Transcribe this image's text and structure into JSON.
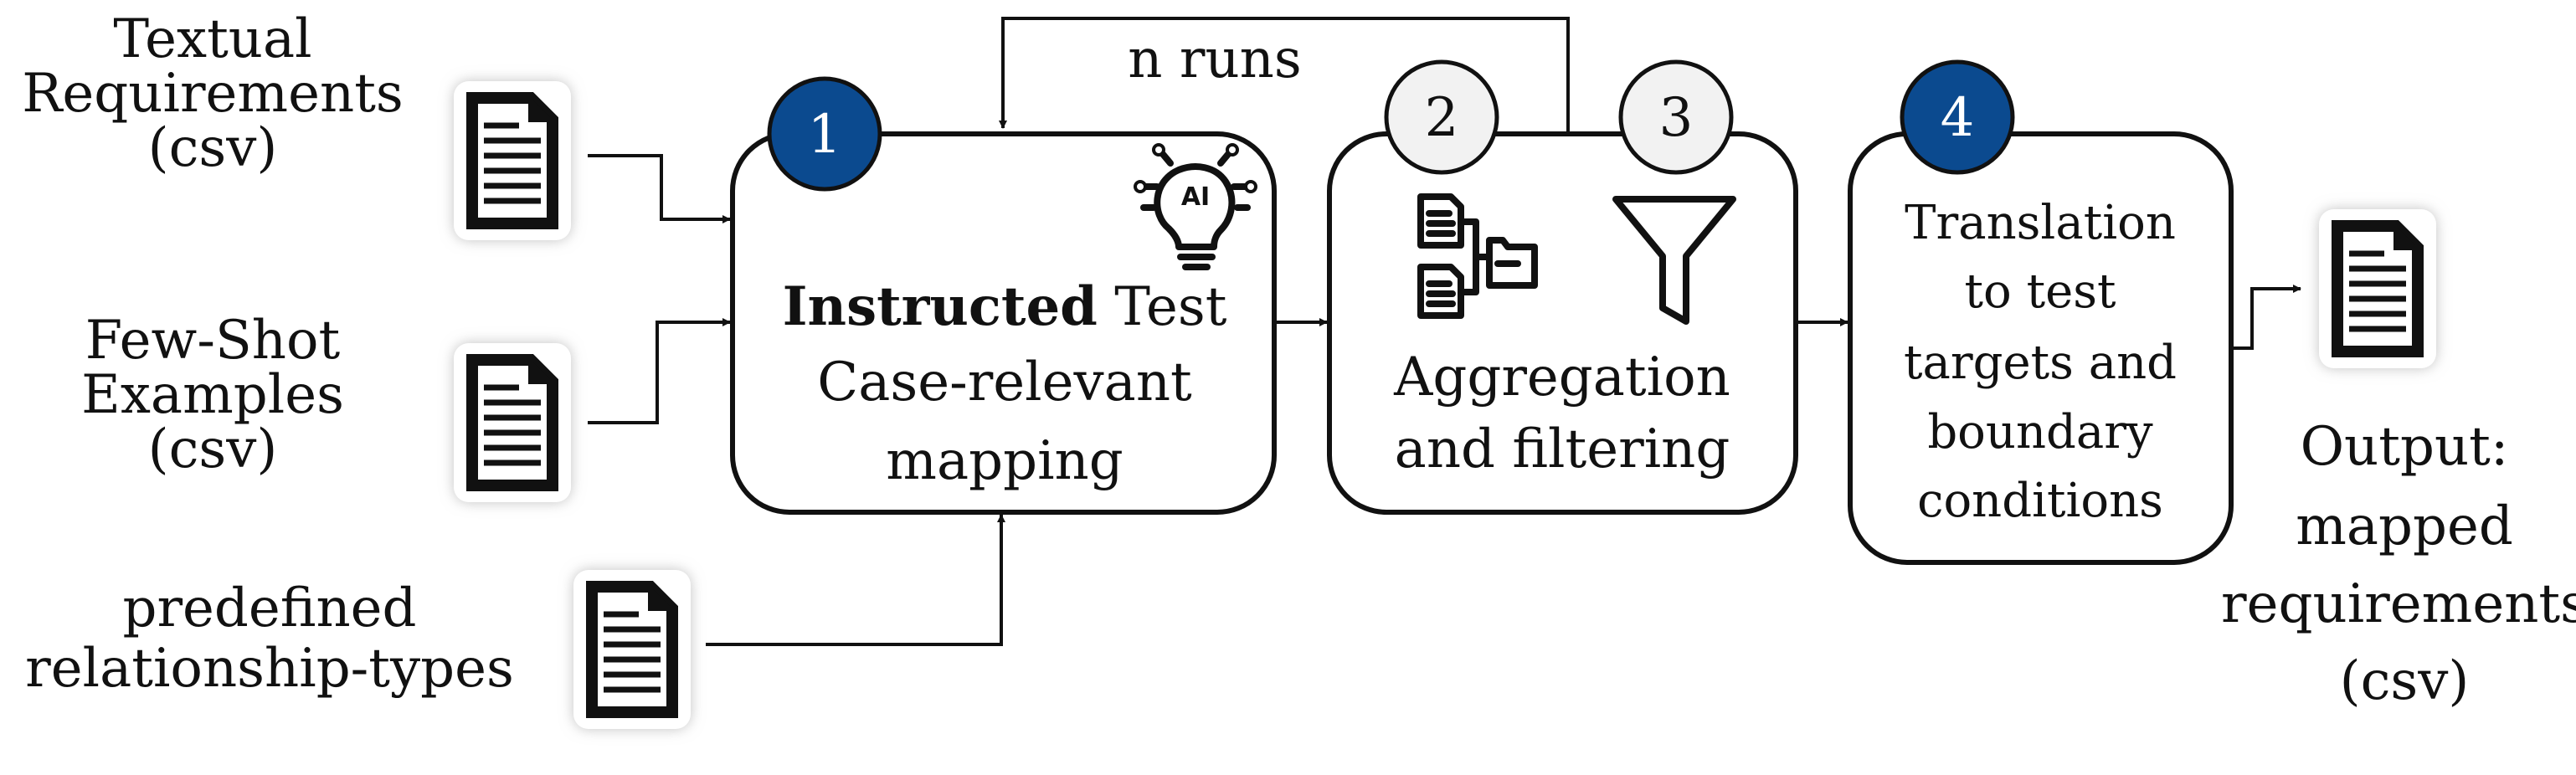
{
  "inputs": {
    "textual_requirements": [
      "Textual",
      "Requirements",
      "(csv)"
    ],
    "few_shot_examples": [
      "Few-Shot",
      "Examples",
      "(csv)"
    ],
    "relationship_types": [
      "predefined",
      "relationship-types"
    ]
  },
  "loop_label": "n runs",
  "steps": [
    {
      "number": "1",
      "style": "filled"
    },
    {
      "number": "2",
      "style": "outline"
    },
    {
      "number": "3",
      "style": "outline"
    },
    {
      "number": "4",
      "style": "filled"
    }
  ],
  "step1": {
    "line1_bold": "Instructed",
    "line1_rest": " Test",
    "line2": "Case-relevant",
    "line3": "mapping",
    "ai_badge": "AI"
  },
  "step23": {
    "line1": "Aggregation",
    "line2": "and filtering"
  },
  "step4": {
    "lines": [
      "Translation",
      "to test",
      "targets and",
      "boundary",
      "conditions"
    ]
  },
  "output": {
    "lines": [
      "Output:",
      "mapped",
      "requirements",
      "(csv)"
    ]
  },
  "colors": {
    "filled_badge": "#0b4a8f",
    "outline_badge": "#f2f2f2",
    "stroke": "#111111"
  },
  "icons": [
    "document-icon",
    "ai-lightbulb-icon",
    "hierarchy-docs-icon",
    "funnel-icon"
  ]
}
